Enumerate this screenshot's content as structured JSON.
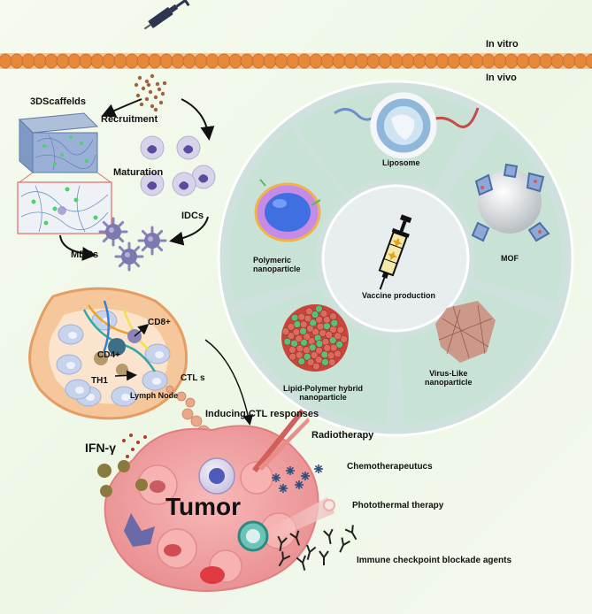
{
  "membrane": {
    "top_label": "In vitro",
    "bottom_label": "In vivo"
  },
  "recruitment": {
    "scaffold_label": "3DScaffelds",
    "recruitment_label": "Recruitment",
    "maturation_label": "Maturation",
    "idcs_label": "IDCs",
    "mdcs_label": "MDCs"
  },
  "vaccine_wheel": {
    "center_label": "Vaccine production",
    "segments": [
      {
        "label": "Liposome"
      },
      {
        "label": "MOF"
      },
      {
        "label": "Virus-Like\nnanoparticle"
      },
      {
        "label": "Lipid-Polymer hybrid\nnanoparticle"
      },
      {
        "label": "Polymeric\nnanoparticle"
      }
    ]
  },
  "lymph_node": {
    "cd4_label": "CD4+",
    "cd8_label": "CD8+",
    "th1_label": "TH1",
    "node_label": "Lymph Node",
    "ctl_label": "CTL s"
  },
  "tumor_section": {
    "ctl_response_label": "Inducing CTL responses",
    "ifn_label": "IFN-γ",
    "tumor_label": "Tumor",
    "therapies": [
      "Radiotherapy",
      "Chemotherapeutucs",
      "Photothermal therapy",
      "Immune checkpoint blockade agents"
    ]
  },
  "colors": {
    "membrane": "#e6883a",
    "wheel_segment": "#c8e3d6",
    "wheel_outer": "#cfe1dc",
    "tumor": "#f2a4a6",
    "lymph": "#f6c79a",
    "dendritic": "#8a85b8"
  }
}
